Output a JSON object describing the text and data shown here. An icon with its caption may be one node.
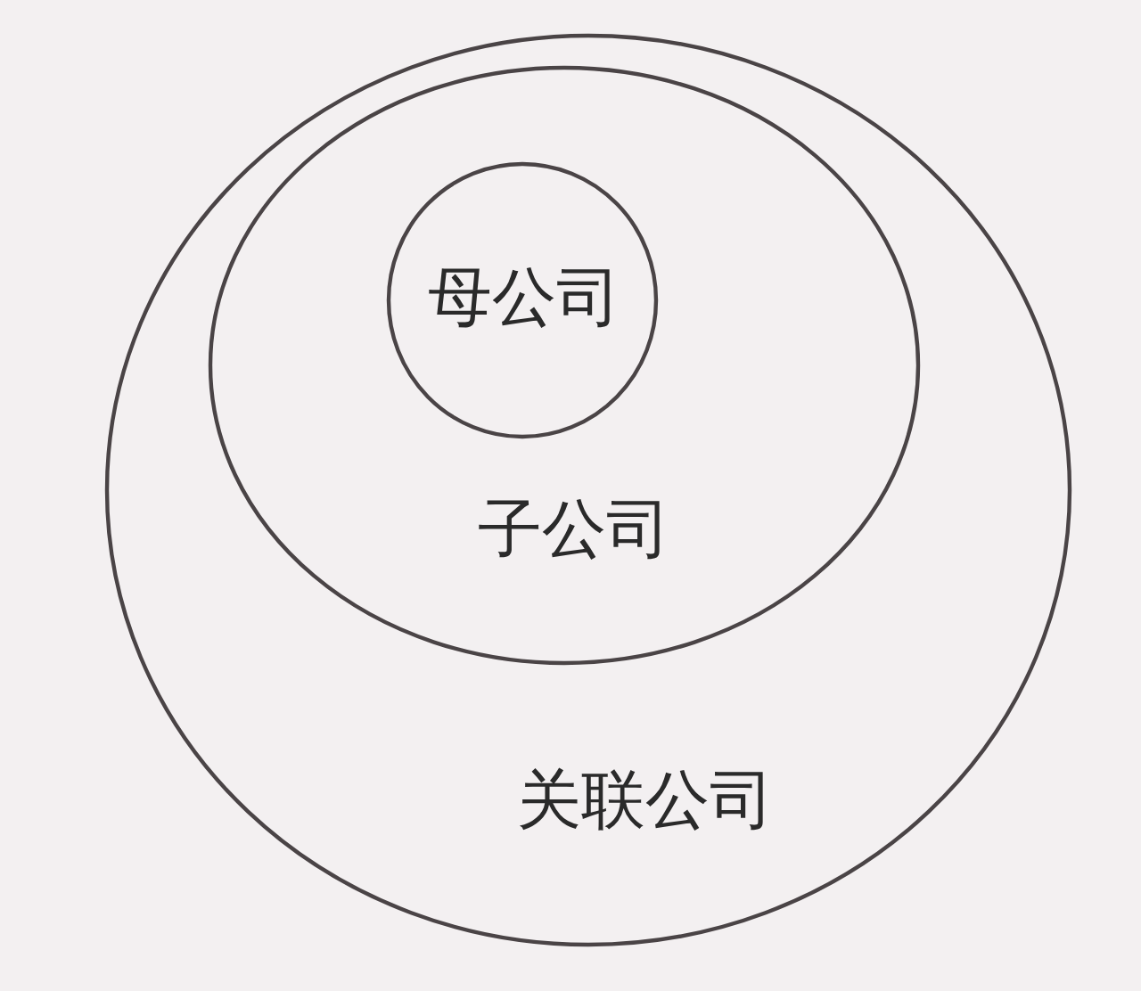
{
  "diagram": {
    "nodes": [
      {
        "text": [
          "关联公司"
        ]
      },
      {
        "text": [
          "子公司"
        ],
        "in": 0
      },
      {
        "text": [
          "母公司"
        ],
        "in": 1
      }
    ]
  }
}
